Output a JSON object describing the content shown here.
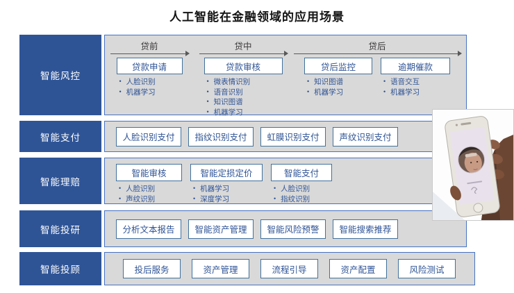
{
  "title": "人工智能在金融领域的应用场景",
  "colors": {
    "label_bg": "#2F5496",
    "panel_bg": "#D9D9D9",
    "panel_border": "#4472C4",
    "box_border": "#41719C",
    "box_text": "#2F5496",
    "timeline_text": "#3B3838"
  },
  "rows": [
    {
      "label": "智能风控",
      "timeline_groups": [
        {
          "header": "贷前",
          "items": [
            {
              "title": "贷款申请",
              "bullets": [
                "人脸识别",
                "机器学习"
              ]
            }
          ]
        },
        {
          "header": "贷中",
          "items": [
            {
              "title": "贷款审核",
              "bullets": [
                "微表情识别",
                "语音识别",
                "知识图谱",
                "机器学习"
              ]
            }
          ]
        },
        {
          "header": "贷后",
          "items": [
            {
              "title": "贷后监控",
              "bullets": [
                "知识图谱",
                "机器学习"
              ]
            },
            {
              "title": "逾期催款",
              "bullets": [
                "语音交互",
                "机器学习"
              ]
            }
          ]
        }
      ]
    },
    {
      "label": "智能支付",
      "boxes": [
        "人脸识别支付",
        "指纹识别支付",
        "虹膜识别支付",
        "声纹识别支付"
      ]
    },
    {
      "label": "智能理赔",
      "columns": [
        {
          "title": "智能审核",
          "bullets": [
            "人脸识别",
            "声纹识别"
          ]
        },
        {
          "title": "智能定损定价",
          "bullets": [
            "机器学习",
            "深度学习"
          ]
        },
        {
          "title": "智能支付",
          "bullets": [
            "人脸识别",
            "指纹识别"
          ]
        }
      ]
    },
    {
      "label": "智能投研",
      "boxes": [
        "分析文本报告",
        "智能资产管理",
        "智能风险预警",
        "智能搜索推荐"
      ]
    },
    {
      "label": "智能投顾",
      "boxes": [
        "投后服务",
        "资产管理",
        "流程引导",
        "资产配置",
        "风险测试"
      ]
    }
  ],
  "photo": {
    "alt": "hand-holding-phone-face-recognition"
  }
}
